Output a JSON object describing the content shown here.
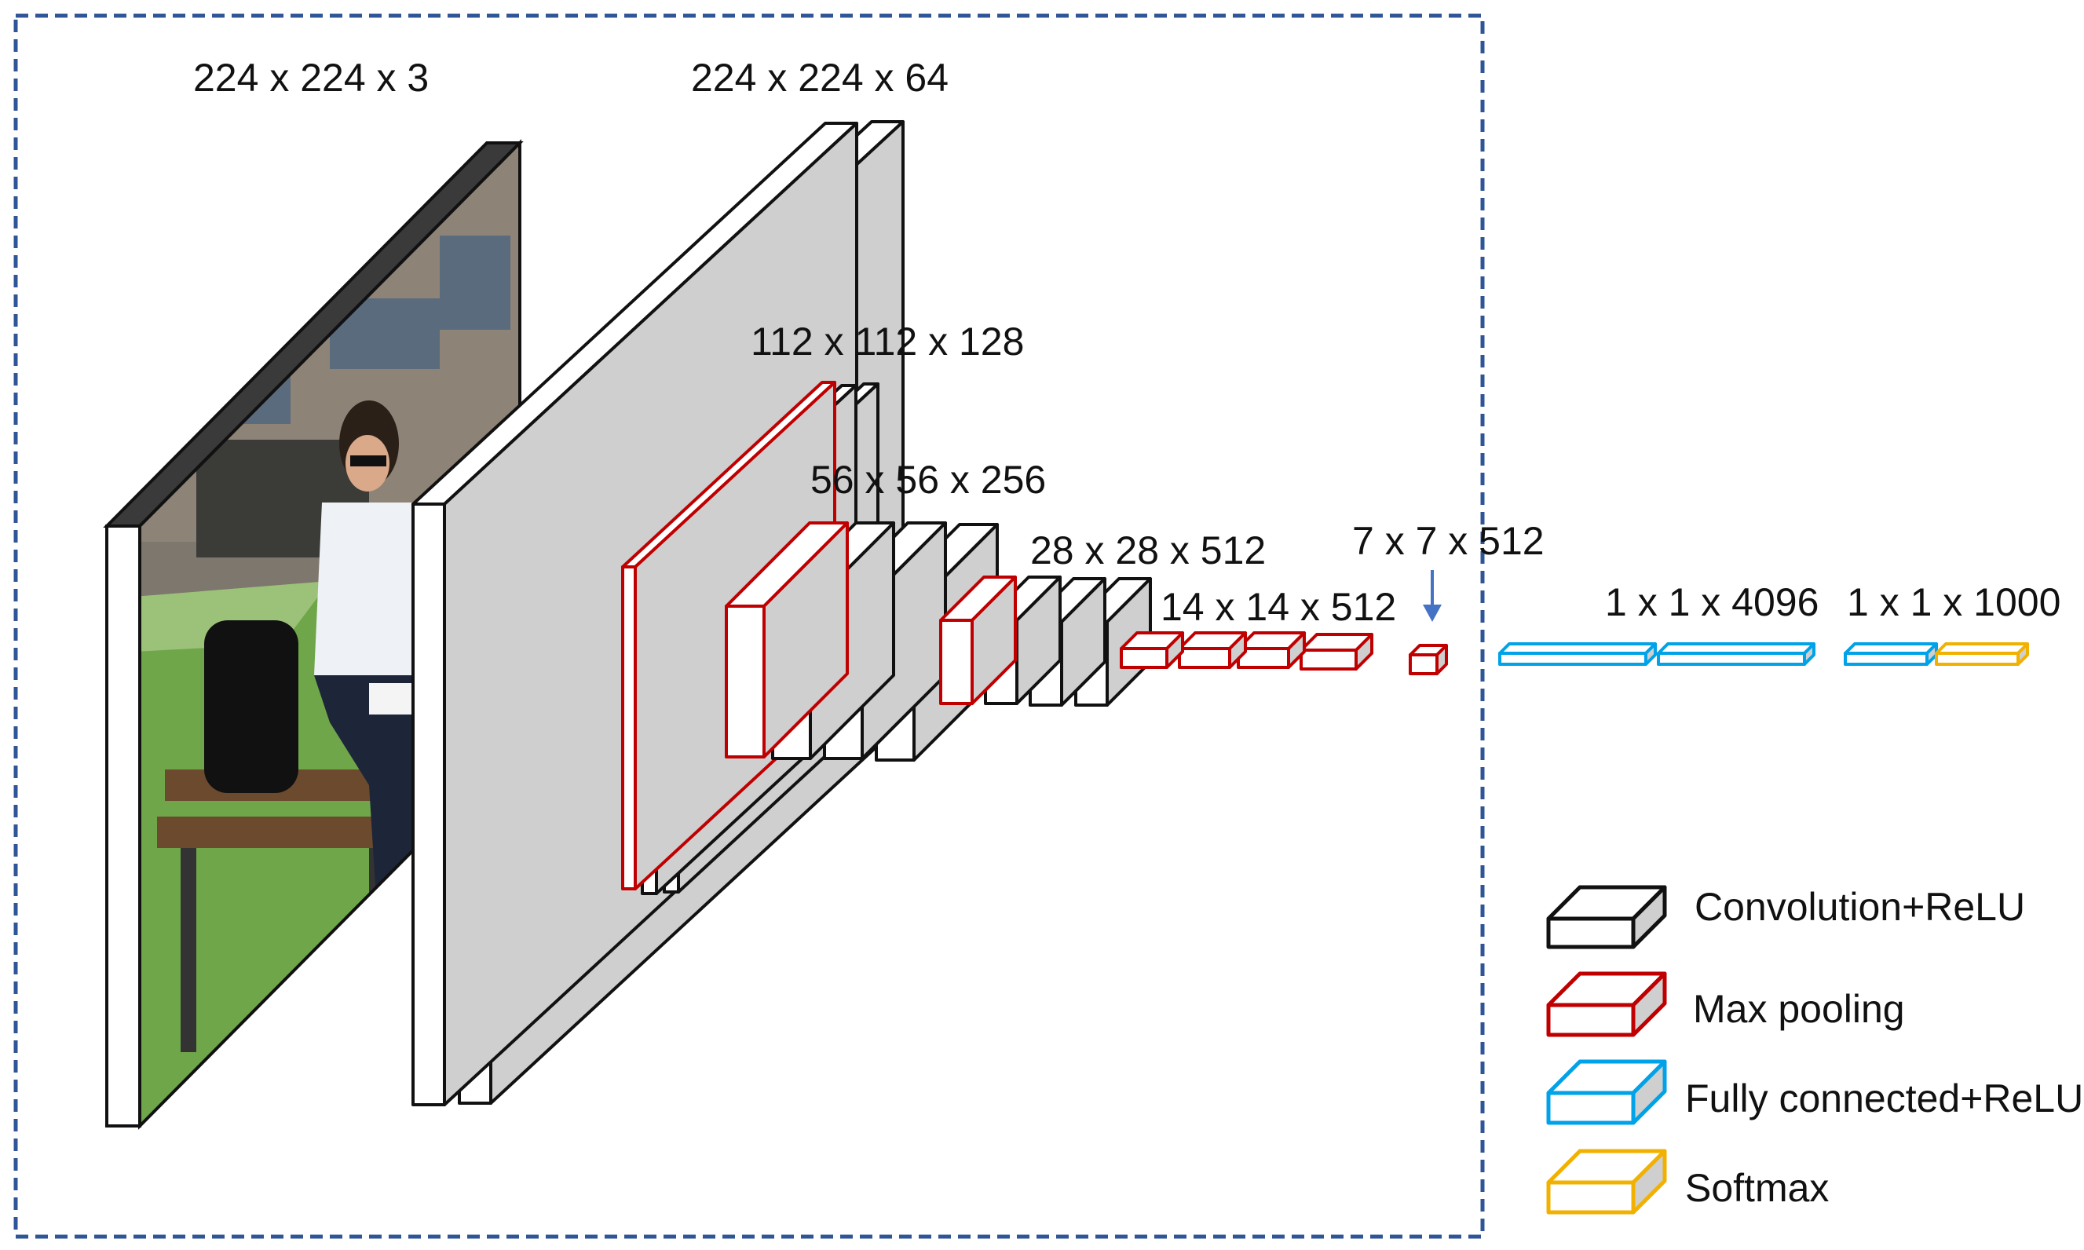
{
  "colors": {
    "conv": "#111111",
    "pool": "#c00000",
    "fc": "#00a2e8",
    "softmax": "#f2b100",
    "side_fill": "#cfcfcf",
    "frame": "#2f5597",
    "arrow": "#4472c4"
  },
  "labels": {
    "input": "224 x 224 x 3",
    "conv1": "224 x 224 x 64",
    "conv2": "112 x 112 x 128",
    "conv3": "56 x 56 x 256",
    "conv4": "28 x 28 x 512",
    "conv5": "14 x 14 x 512",
    "pool5": "7 x 7 x 512",
    "fc": "1 x 1 x 4096",
    "out": "1 x 1 x 1000"
  },
  "legend": {
    "conv": "Convolution+ReLU",
    "pool": "Max pooling",
    "fc": "Fully connected+ReLU",
    "softmax": "Softmax"
  },
  "icons": {
    "input_image": "photo-of-woman-on-bench",
    "pointer": "down-arrow-icon"
  }
}
